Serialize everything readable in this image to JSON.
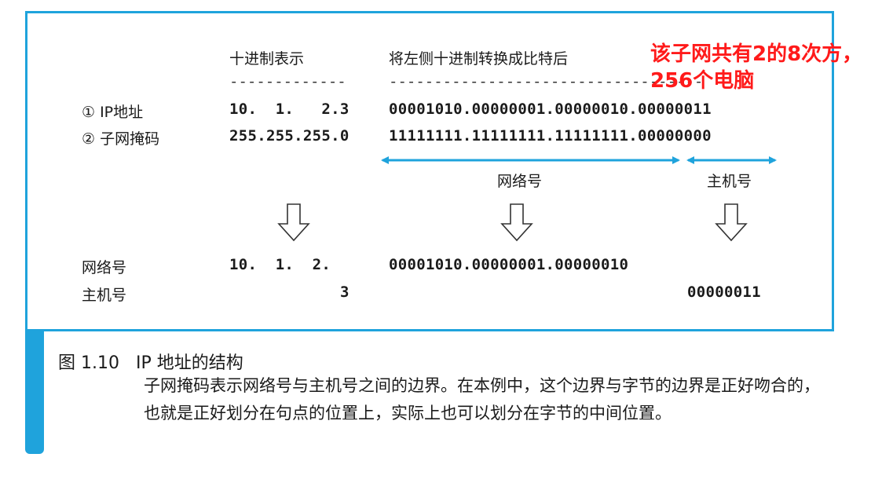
{
  "header": {
    "decimal_heading": "十进制表示",
    "binary_heading": "将左侧十进制转换成比特后",
    "decimal_dashes": "-------------",
    "binary_dashes": "-----------------------------------"
  },
  "rows": {
    "ip": {
      "label": "① IP地址",
      "decimal": "10.  1.   2.3",
      "binary": "00001010.00000001.00000010.00000011"
    },
    "mask": {
      "label": "② 子网掩码",
      "decimal": "255.255.255.0",
      "binary": "11111111.11111111.11111111.00000000"
    }
  },
  "arrow_labels": {
    "network": "网络号",
    "host": "主机号"
  },
  "results": {
    "network": {
      "label": "网络号",
      "decimal": "10.  1.  2.",
      "binary": "00001010.00000001.00000010"
    },
    "host": {
      "label": "主机号",
      "decimal": "3",
      "binary": "00000011"
    }
  },
  "annotation": {
    "line1": "该子网共有2的8次方，",
    "line2": "256个电脑"
  },
  "caption": {
    "title": "图 1.10   IP 地址的结构",
    "body": "子网掩码表示网络号与主机号之间的边界。在本例中，这个边界与字节的边界是正好吻合的，也就是正好划分在句点的位置上，实际上也可以划分在字节的中间位置。"
  },
  "colors": {
    "frame": "#1fa3dc",
    "arrow": "#1fa3dc",
    "annotation": "#ff1a1a"
  }
}
